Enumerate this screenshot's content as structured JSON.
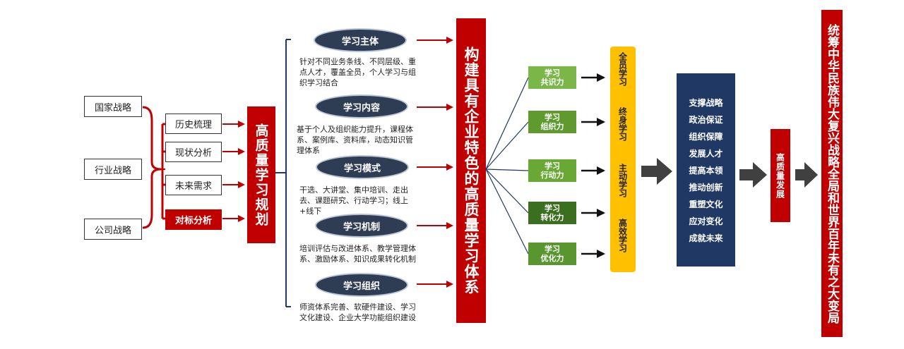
{
  "levels": [
    "国家战略",
    "行业战略",
    "公司战略"
  ],
  "analysis": [
    {
      "label": "历史梳理",
      "highlight": false
    },
    {
      "label": "现状分析",
      "highlight": false
    },
    {
      "label": "未来需求",
      "highlight": false
    },
    {
      "label": "对标分析",
      "highlight": true
    }
  ],
  "planning_title": "高质量学习规划",
  "dimensions": [
    {
      "label": "学习主体",
      "desc": "针对不同业务条线、不同层级、重点人才，覆盖全员，个人学习与组织学习结合"
    },
    {
      "label": "学习内容",
      "desc": "基于个人及组织能力提升，课程体系、案例库、资料库，动态知识管理体系"
    },
    {
      "label": "学习模式",
      "desc": "干选、大讲堂、集中培训、走出去、课题研究、行动学习；线上+线下"
    },
    {
      "label": "学习机制",
      "desc": "培训评估与改进体系、教学管理体系、激励体系、知识成果转化机制"
    },
    {
      "label": "学习组织",
      "desc": "师资体系完善、软硬件建设、学习文化建设、企业大学功能组织建设"
    }
  ],
  "system_title": "构建具有企业特色的高质量学习体系",
  "capabilities": [
    {
      "line1": "学习",
      "line2": "共识力",
      "color": "#7ab648"
    },
    {
      "line1": "学习",
      "line2": "组织力",
      "color": "#5e9a2e"
    },
    {
      "line1": "学习",
      "line2": "行动力",
      "color": "#6aa836"
    },
    {
      "line1": "学习",
      "line2": "转化力",
      "color": "#3c6e1f"
    },
    {
      "line1": "学习",
      "line2": "优化力",
      "color": "#5a9630"
    }
  ],
  "modes": [
    "全员学习",
    "终身学习",
    "主动学习",
    "高效学习"
  ],
  "outcomes": [
    "支撑战略",
    "政治保证",
    "组织保障",
    "发展人才",
    "提高本领",
    "推动创新",
    "重塑文化",
    "应对变化",
    "成就未来"
  ],
  "development_title": "高质量发展",
  "final_goal": "统筹中华民族伟大复兴战略全局和世界百年未有之大变局",
  "colors": {
    "red": "#c00000",
    "navy": "#1f3864",
    "oval": "#2f3d54",
    "yellow": "#ffc000",
    "arrow": "#404040"
  }
}
